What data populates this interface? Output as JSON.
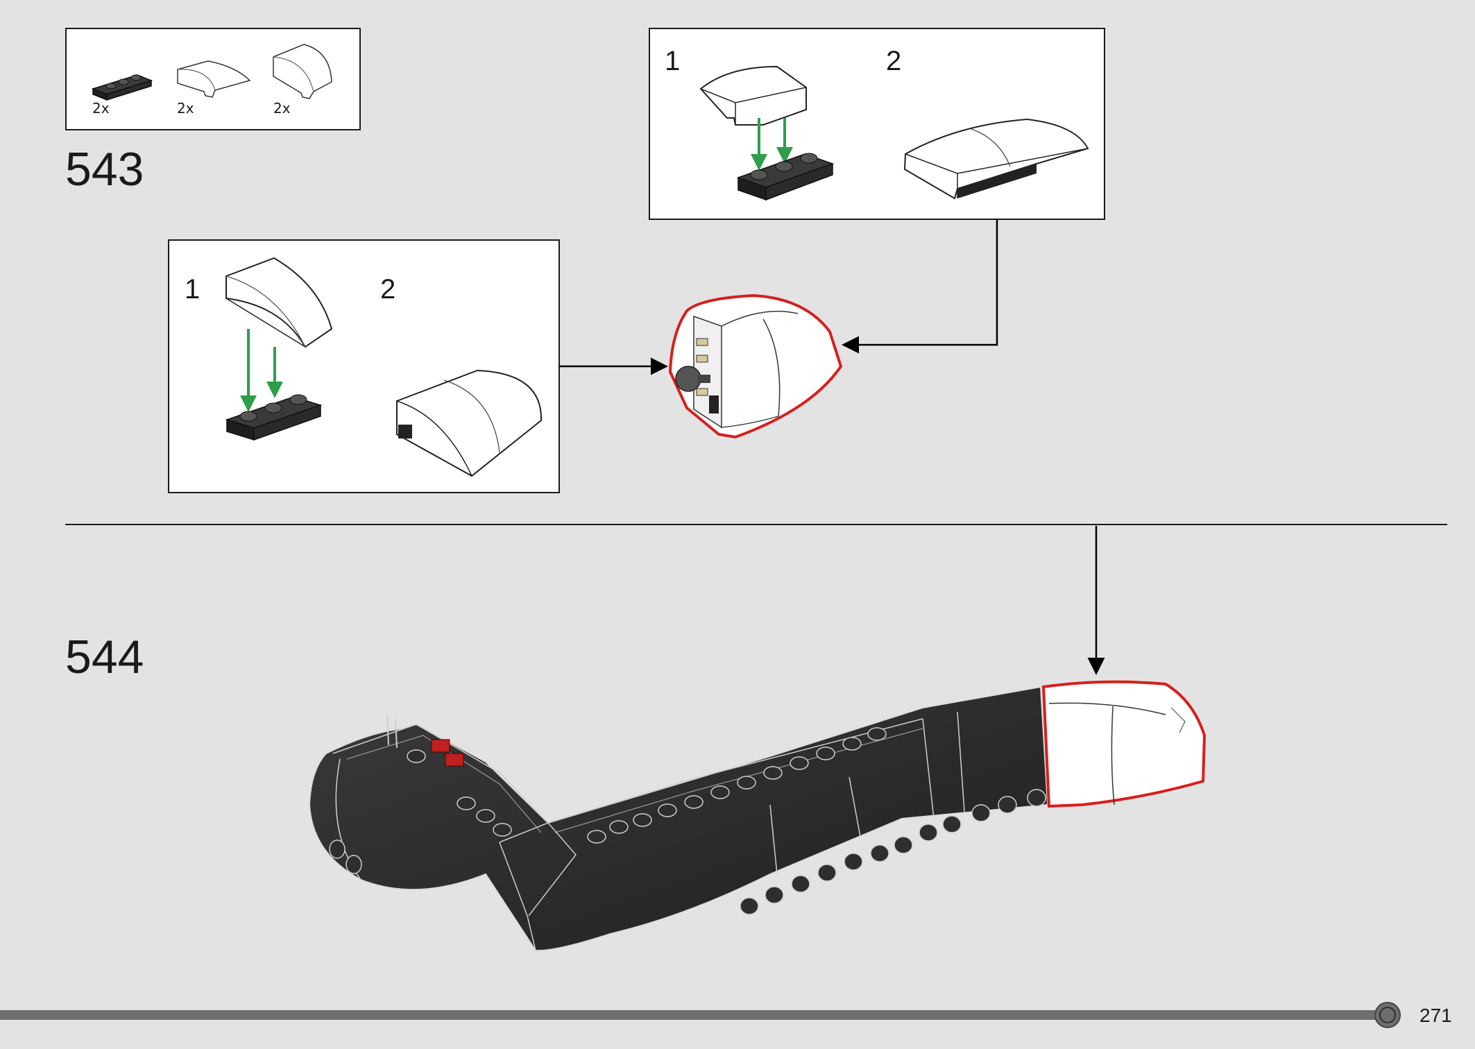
{
  "page_number": "271",
  "parts_box": {
    "items": [
      {
        "part": "black-plate-1x3",
        "quantity": "2x"
      },
      {
        "part": "white-curved-slope",
        "quantity": "2x"
      },
      {
        "part": "white-curved-slope-rounded",
        "quantity": "2x"
      }
    ]
  },
  "steps": [
    {
      "number": "543",
      "callout_left": {
        "sub_steps": [
          "1",
          "2"
        ]
      },
      "callout_right": {
        "sub_steps": [
          "1",
          "2"
        ]
      }
    },
    {
      "number": "544"
    }
  ],
  "colors": {
    "background": "#e3e3e3",
    "highlight_outline": "#d81e1e",
    "insert_arrow": "#2e9e4a",
    "brick_black": "#2b2b2b",
    "brick_white": "#ffffff",
    "progress_bar": "#6e6e6c"
  }
}
